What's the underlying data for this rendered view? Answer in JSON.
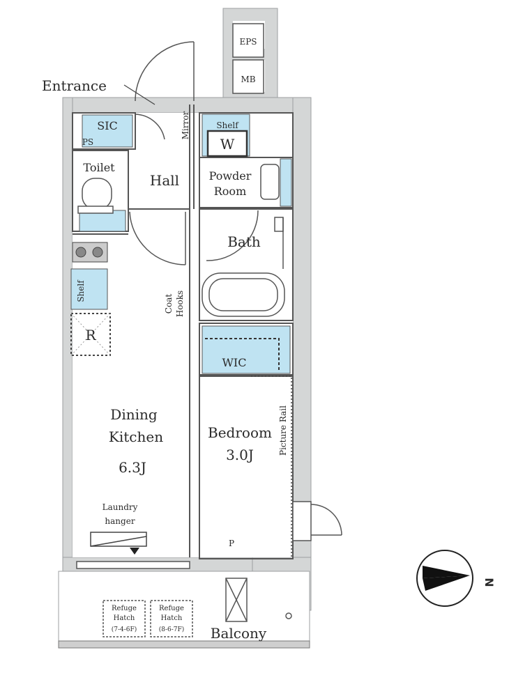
{
  "labels": {
    "eps": "EPS",
    "mb": "MB",
    "entrance": "Entrance",
    "sic": "SIC",
    "ps_left": "PS",
    "mirror": "Mirror",
    "shelf": "Shelf",
    "w": "W",
    "toilet": "Toilet",
    "hall": "Hall",
    "powder_room_1": "Powder",
    "powder_room_2": "Room",
    "bath": "Bath",
    "shelf_kitchen": "Shelf",
    "coat_hooks_1": "Coat",
    "coat_hooks_2": "Hooks",
    "refrigerator": "R",
    "wic": "WIC",
    "dining_1": "Dining",
    "dining_2": "Kitchen",
    "dining_size": "6.3J",
    "bedroom": "Bedroom",
    "bedroom_size": "3.0J",
    "picture_rail": "Picture Rail",
    "laundry_1": "Laundry",
    "laundry_2": "hanger",
    "ps_bedroom": "P",
    "refuge_hatch_1a": "Refuge",
    "refuge_hatch_1b": "Hatch",
    "refuge_hatch_1c": "(7-4-6F)",
    "refuge_hatch_2a": "Refuge",
    "refuge_hatch_2b": "Hatch",
    "refuge_hatch_2c": "(8-6-7F)",
    "balcony": "Balcony",
    "compass_n": "N"
  },
  "colors": {
    "wall": "#d4d6d6",
    "wall_dark": "#9c9fa0",
    "line": "#555555",
    "fixture_blue": "#bfe3f2",
    "dotted": "#444444"
  }
}
